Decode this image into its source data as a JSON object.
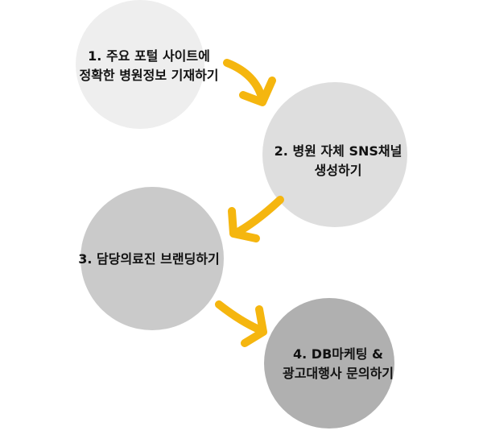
{
  "steps": [
    {
      "line1": "1. 주요 포털 사이트에",
      "line2": "정확한 병원정보 기재하기"
    },
    {
      "line1": "2.  병원 자체 SNS채널",
      "line2": "생성하기"
    },
    {
      "line1": "3. 담당의료진 브랜딩하기",
      "line2": ""
    },
    {
      "line1": "4. DB마케팅 &",
      "line2": "광고대행사 문의하기"
    }
  ],
  "colors": {
    "arrow": "#f5b60f",
    "step1": "#eeeeee",
    "step2": "#dedede",
    "step3": "#cacaca",
    "step4": "#b0b0b0",
    "text": "#111111"
  }
}
